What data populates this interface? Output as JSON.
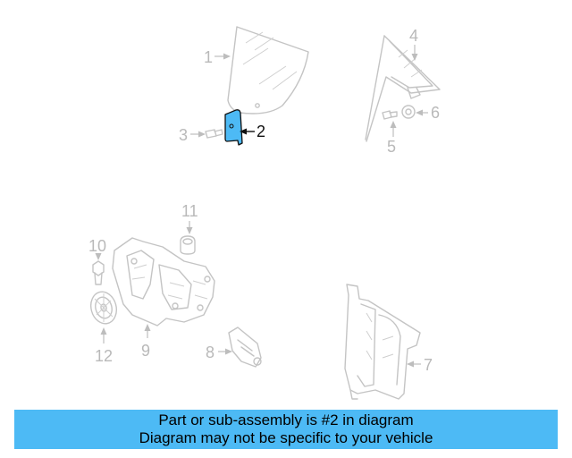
{
  "diagram": {
    "callouts": {
      "c1": "1",
      "c2": "2",
      "c3": "3",
      "c4": "4",
      "c5": "5",
      "c6": "6",
      "c7": "7",
      "c8": "8",
      "c9": "9",
      "c10": "10",
      "c11": "11",
      "c12": "12"
    },
    "highlight_color": "#4dbaf5",
    "highlighted_part": "2"
  },
  "caption": {
    "line1": "Part or sub-assembly is #2 in diagram",
    "line2": "Diagram may not be specific to your vehicle",
    "background": "#4dbaf5"
  }
}
